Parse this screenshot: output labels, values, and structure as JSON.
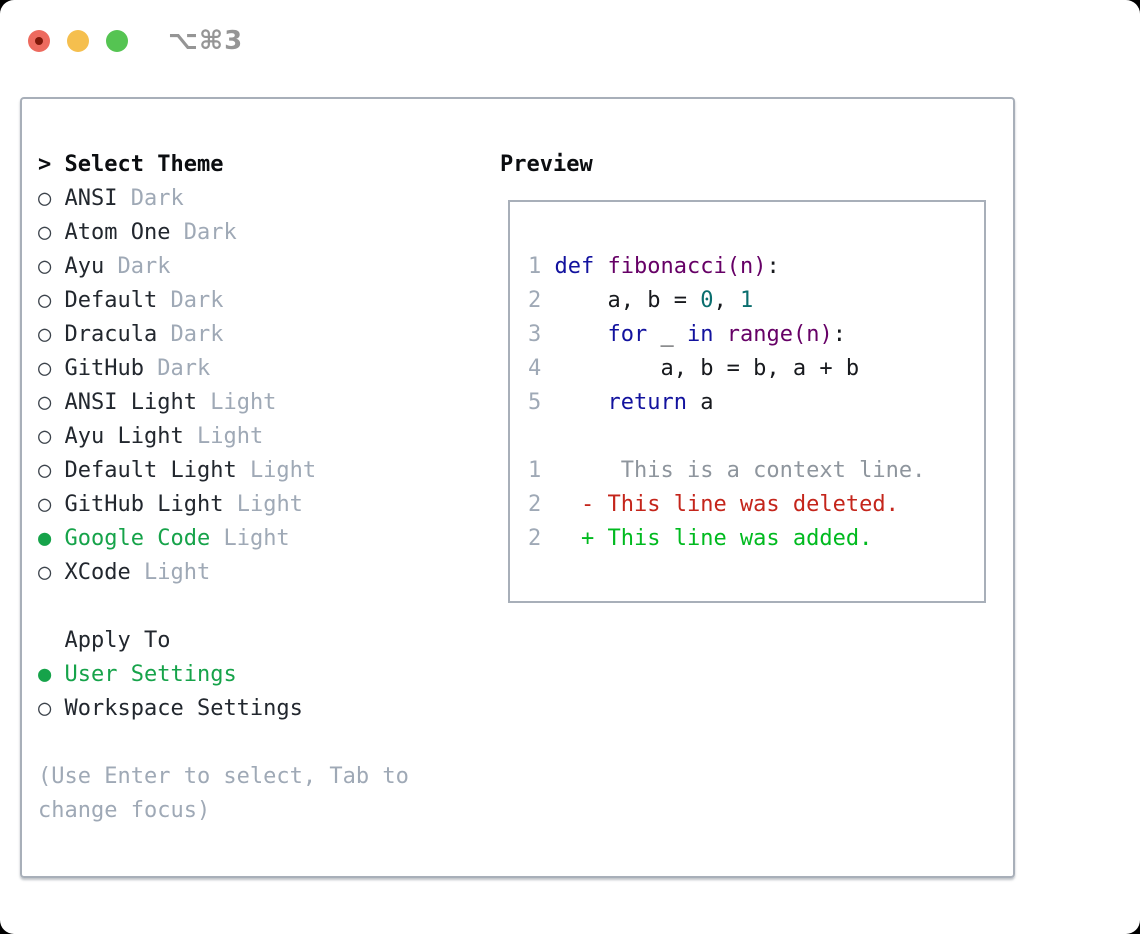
{
  "window": {
    "title": "⌥⌘3"
  },
  "colors": {
    "accent_green": "#16a34a",
    "text_dark": "#22272e",
    "text_muted": "#9fa9b6",
    "border": "#a8afb9",
    "kwd": "#12129e",
    "fun": "#660066",
    "lit": "#0a6e6e",
    "pln": "#17191d",
    "line_number": "#9fa9b6",
    "ctx": "#8e959d",
    "del": "#c4251b",
    "add": "#00ba1f",
    "traffic_red": "#ed6a5e",
    "traffic_red_dot": "#7f180a",
    "traffic_yellow": "#f5bf4e",
    "traffic_green": "#55c452",
    "title_text": "#959595"
  },
  "theme_selector": {
    "prompt": ">",
    "title": "Select Theme",
    "items": [
      {
        "label": "ANSI",
        "tag": "Dark",
        "selected": false
      },
      {
        "label": "Atom One",
        "tag": "Dark",
        "selected": false
      },
      {
        "label": "Ayu",
        "tag": "Dark",
        "selected": false
      },
      {
        "label": "Default",
        "tag": "Dark",
        "selected": false
      },
      {
        "label": "Dracula",
        "tag": "Dark",
        "selected": false
      },
      {
        "label": "GitHub",
        "tag": "Dark",
        "selected": false
      },
      {
        "label": "ANSI Light",
        "tag": "Light",
        "selected": false
      },
      {
        "label": "Ayu Light",
        "tag": "Light",
        "selected": false
      },
      {
        "label": "Default Light",
        "tag": "Light",
        "selected": false
      },
      {
        "label": "GitHub Light",
        "tag": "Light",
        "selected": false
      },
      {
        "label": "Google Code",
        "tag": "Light",
        "selected": true
      },
      {
        "label": "XCode",
        "tag": "Light",
        "selected": false
      }
    ]
  },
  "apply_to": {
    "title": "Apply To",
    "options": [
      {
        "label": "User Settings",
        "selected": true
      },
      {
        "label": "Workspace Settings",
        "selected": false
      }
    ]
  },
  "help_text": "(Use Enter to select, Tab to change focus)",
  "preview": {
    "title": "Preview",
    "code_lines": [
      {
        "num": "1",
        "segments": [
          {
            "t": "def",
            "c": "kwd"
          },
          {
            "t": " ",
            "c": "pln"
          },
          {
            "t": "fibonacci(n)",
            "c": "fun"
          },
          {
            "t": ":",
            "c": "pln"
          }
        ]
      },
      {
        "num": "2",
        "segments": [
          {
            "t": "    a, b = ",
            "c": "pln"
          },
          {
            "t": "0",
            "c": "lit"
          },
          {
            "t": ", ",
            "c": "pln"
          },
          {
            "t": "1",
            "c": "lit"
          }
        ]
      },
      {
        "num": "3",
        "segments": [
          {
            "t": "    ",
            "c": "pln"
          },
          {
            "t": "for",
            "c": "kwd"
          },
          {
            "t": " _ ",
            "c": "pln"
          },
          {
            "t": "in",
            "c": "kwd"
          },
          {
            "t": " ",
            "c": "pln"
          },
          {
            "t": "range(n)",
            "c": "fun"
          },
          {
            "t": ":",
            "c": "pln"
          }
        ]
      },
      {
        "num": "4",
        "segments": [
          {
            "t": "        a, b = b, a + b",
            "c": "pln"
          }
        ]
      },
      {
        "num": "5",
        "segments": [
          {
            "t": "    ",
            "c": "pln"
          },
          {
            "t": "return",
            "c": "kwd"
          },
          {
            "t": " a",
            "c": "pln"
          }
        ]
      },
      {
        "num": "",
        "segments": []
      },
      {
        "num": "1",
        "segments": [
          {
            "t": "     This is a context line.",
            "c": "ctx"
          }
        ]
      },
      {
        "num": "2",
        "segments": [
          {
            "t": "  - This line was deleted.",
            "c": "del"
          }
        ]
      },
      {
        "num": "2",
        "segments": [
          {
            "t": "  + This line was added.",
            "c": "add"
          }
        ]
      }
    ]
  }
}
